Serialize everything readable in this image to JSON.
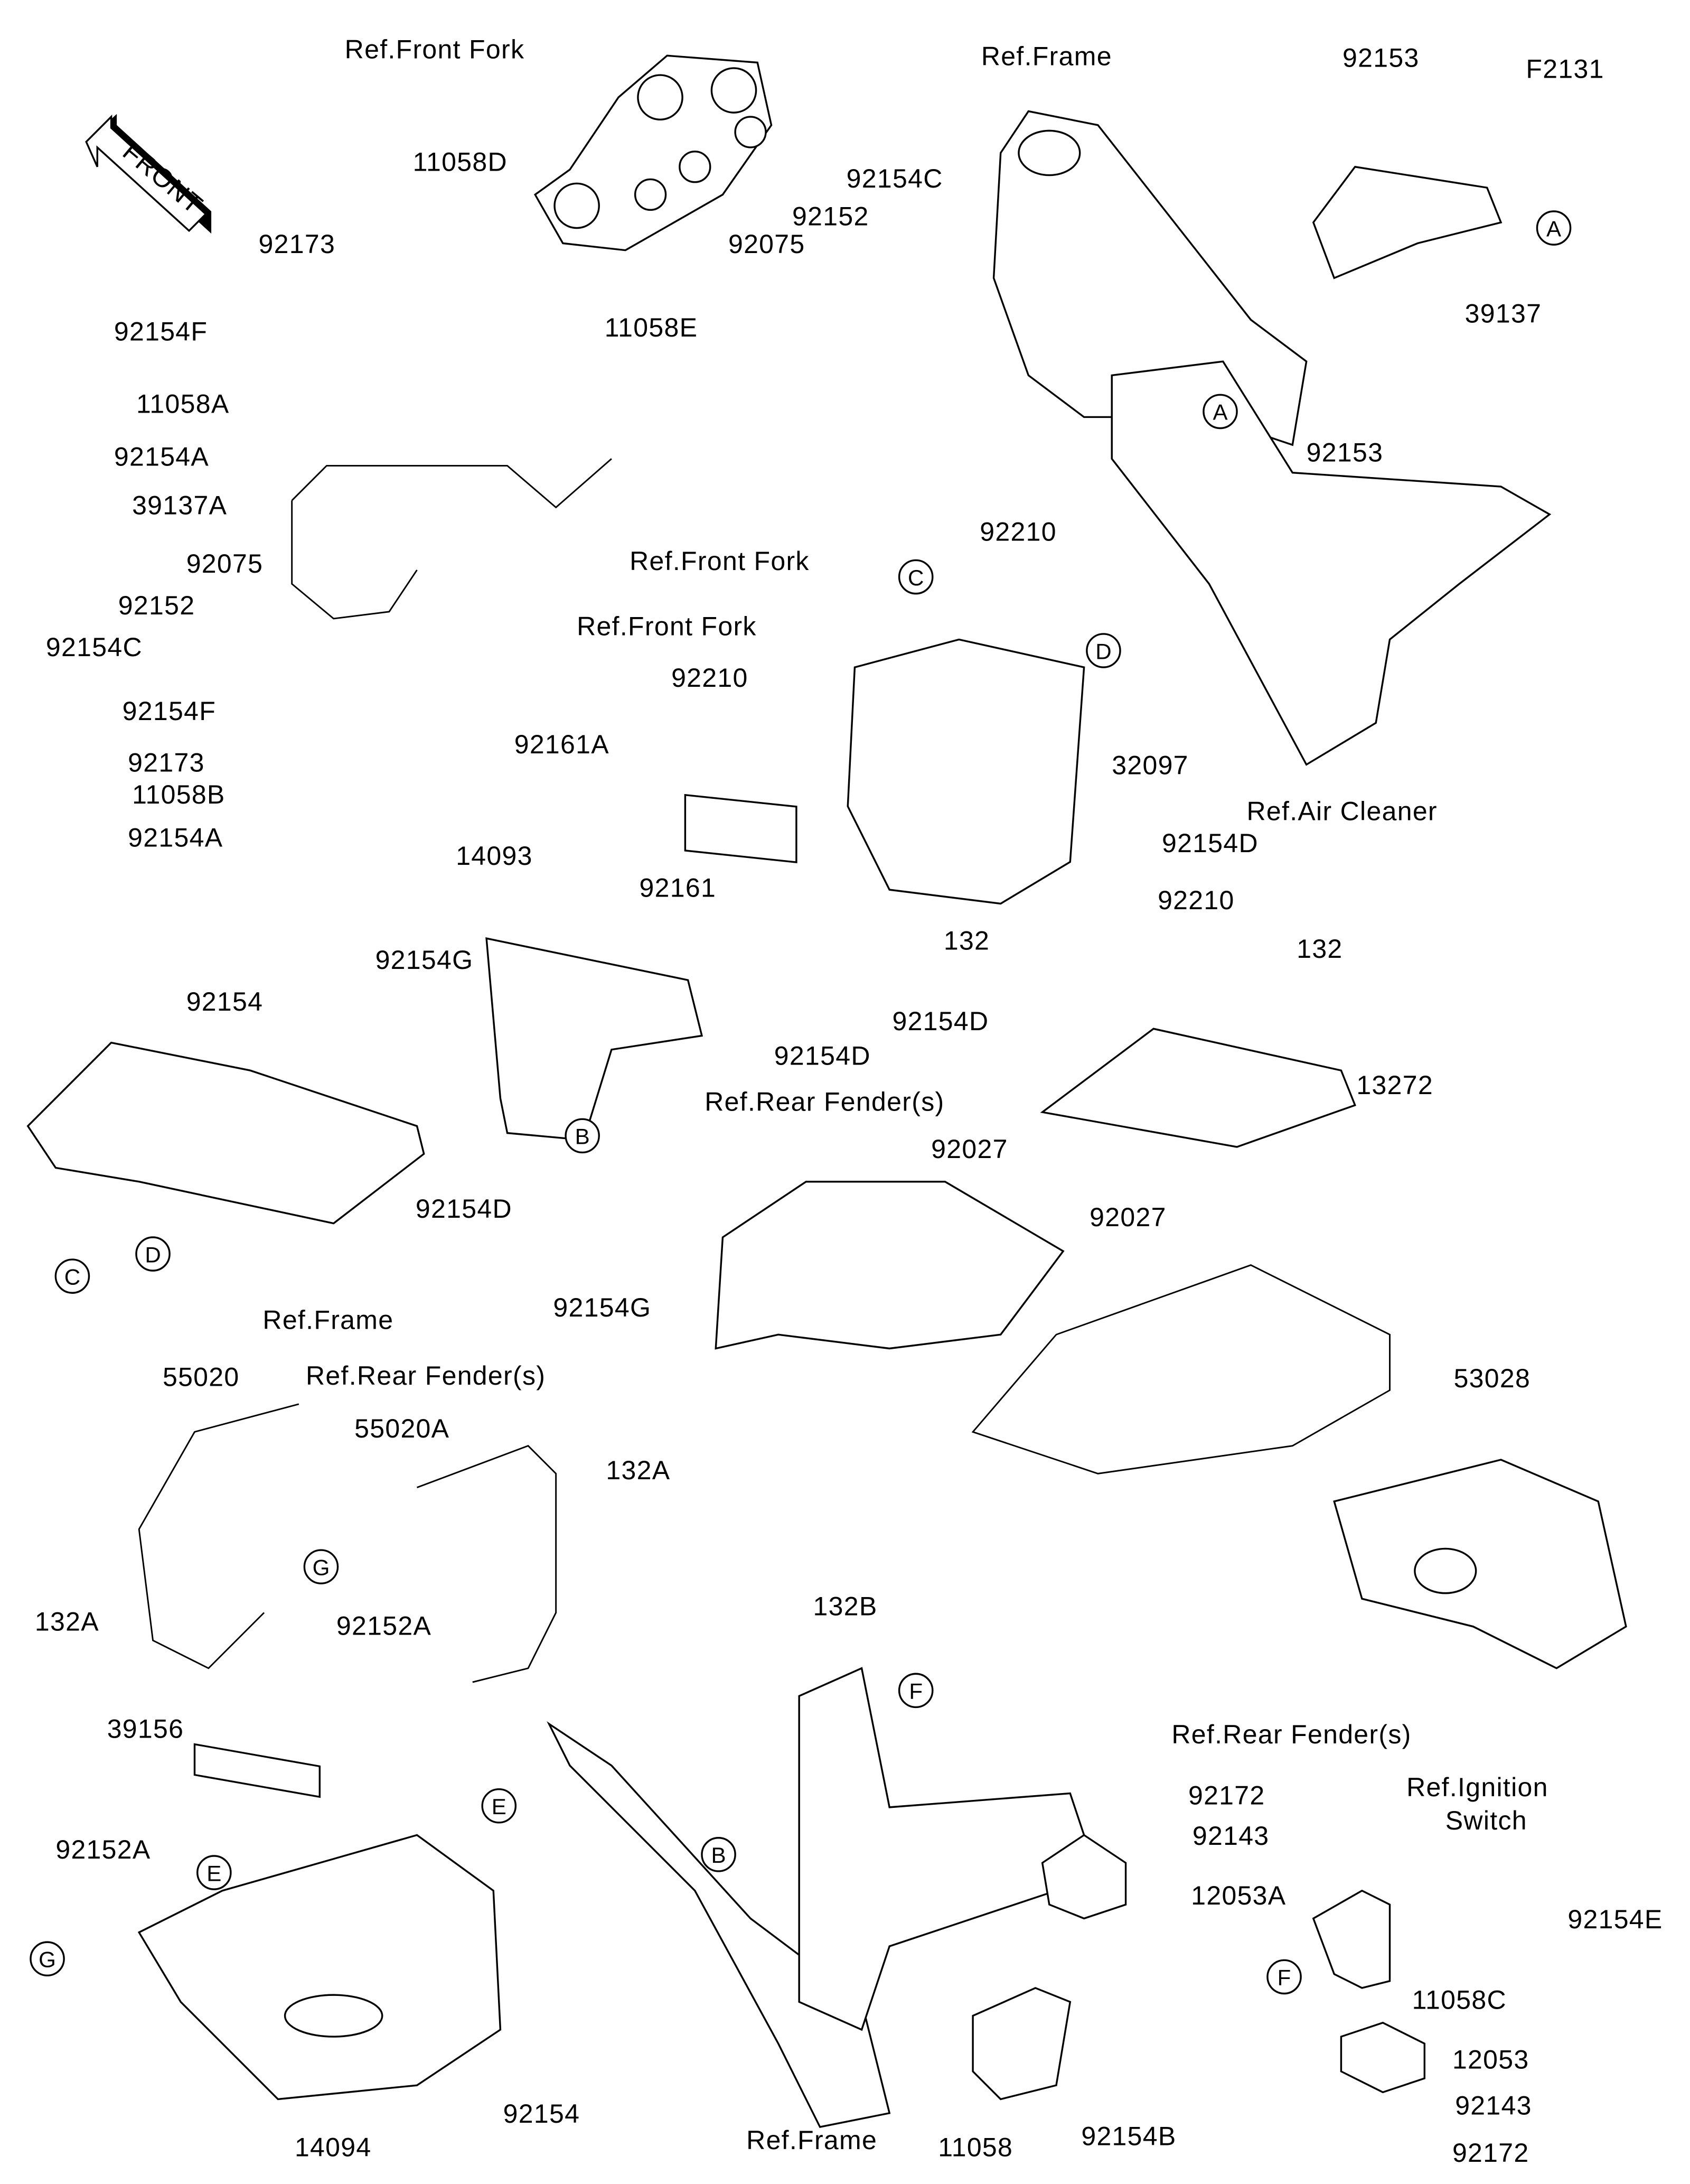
{
  "diagram_code": "F2131",
  "front_arrow": "FRONT",
  "labels": [
    {
      "text": "Ref.Front Fork"
    },
    {
      "text": "11058D"
    },
    {
      "text": "92173"
    },
    {
      "text": "92154F"
    },
    {
      "text": "11058A"
    },
    {
      "text": "92154A"
    },
    {
      "text": "39137A"
    },
    {
      "text": "92075"
    },
    {
      "text": "92152"
    },
    {
      "text": "92154C"
    },
    {
      "text": "92154F"
    },
    {
      "text": "92173"
    },
    {
      "text": "11058B"
    },
    {
      "text": "92154A"
    },
    {
      "text": "11058E"
    },
    {
      "text": "Ref.Front Fork"
    },
    {
      "text": "Ref.Front Fork"
    },
    {
      "text": "92075"
    },
    {
      "text": "92152"
    },
    {
      "text": "92154C"
    },
    {
      "text": "Ref.Frame"
    },
    {
      "text": "92153"
    },
    {
      "text": "39137"
    },
    {
      "text": "92153"
    },
    {
      "text": "92210"
    },
    {
      "text": "92210"
    },
    {
      "text": "92161A"
    },
    {
      "text": "32097"
    },
    {
      "text": "Ref.Air Cleaner"
    },
    {
      "text": "92154D"
    },
    {
      "text": "14093"
    },
    {
      "text": "92161"
    },
    {
      "text": "92210"
    },
    {
      "text": "132"
    },
    {
      "text": "132"
    },
    {
      "text": "92154G"
    },
    {
      "text": "92154"
    },
    {
      "text": "92154D"
    },
    {
      "text": "92154D"
    },
    {
      "text": "13272"
    },
    {
      "text": "Ref.Rear Fender(s)"
    },
    {
      "text": "92027"
    },
    {
      "text": "92154D"
    },
    {
      "text": "92027"
    },
    {
      "text": "92154G"
    },
    {
      "text": "Ref.Frame"
    },
    {
      "text": "55020"
    },
    {
      "text": "Ref.Rear Fender(s)"
    },
    {
      "text": "53028"
    },
    {
      "text": "55020A"
    },
    {
      "text": "132A"
    },
    {
      "text": "132B"
    },
    {
      "text": "132A"
    },
    {
      "text": "92152A"
    },
    {
      "text": "39156"
    },
    {
      "text": "Ref.Rear Fender(s)"
    },
    {
      "text": "92172"
    },
    {
      "text": "Ref.Ignition"
    },
    {
      "text": "Switch"
    },
    {
      "text": "92143"
    },
    {
      "text": "92152A"
    },
    {
      "text": "92154E"
    },
    {
      "text": "12053A"
    },
    {
      "text": "11058C"
    },
    {
      "text": "12053"
    },
    {
      "text": "92143"
    },
    {
      "text": "92154"
    },
    {
      "text": "14094"
    },
    {
      "text": "Ref.Frame"
    },
    {
      "text": "11058"
    },
    {
      "text": "92154B"
    },
    {
      "text": "92172"
    }
  ],
  "reference_circles": [
    "A",
    "A",
    "C",
    "D",
    "B",
    "C",
    "D",
    "G",
    "F",
    "E",
    "E",
    "B",
    "G",
    "F"
  ]
}
